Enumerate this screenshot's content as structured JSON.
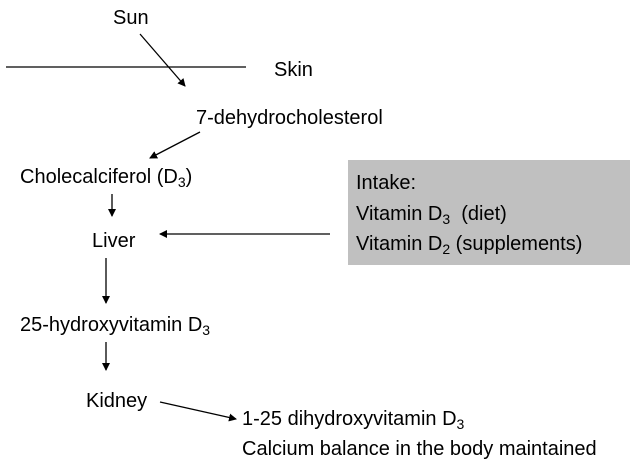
{
  "nodes": {
    "sun": "Sun",
    "skin": "Skin",
    "dehydrocholesterol": "7-dehydrocholesterol",
    "cholecalciferol": {
      "text": "Cholecalciferol (D",
      "sub": "3",
      "after": ")"
    },
    "liver": "Liver",
    "hydroxyvitamin": {
      "text": "25-hydroxyvitamin D",
      "sub": "3"
    },
    "kidney": "Kidney",
    "dihydroxyvitamin": {
      "text": "1-25 dihydroxyvitamin D",
      "sub": "3"
    },
    "calcium": "Calcium balance in the body maintained"
  },
  "intake": {
    "heading": "Intake:",
    "vitamin_d3": {
      "text": "Vitamin D",
      "sub": "3",
      "after": "  (diet)"
    },
    "vitamin_d2": {
      "text": "Vitamin D",
      "sub": "2",
      "after": " (supplements)"
    }
  },
  "colors": {
    "intake_box": "#c0c0c0",
    "lines": "#000000"
  }
}
